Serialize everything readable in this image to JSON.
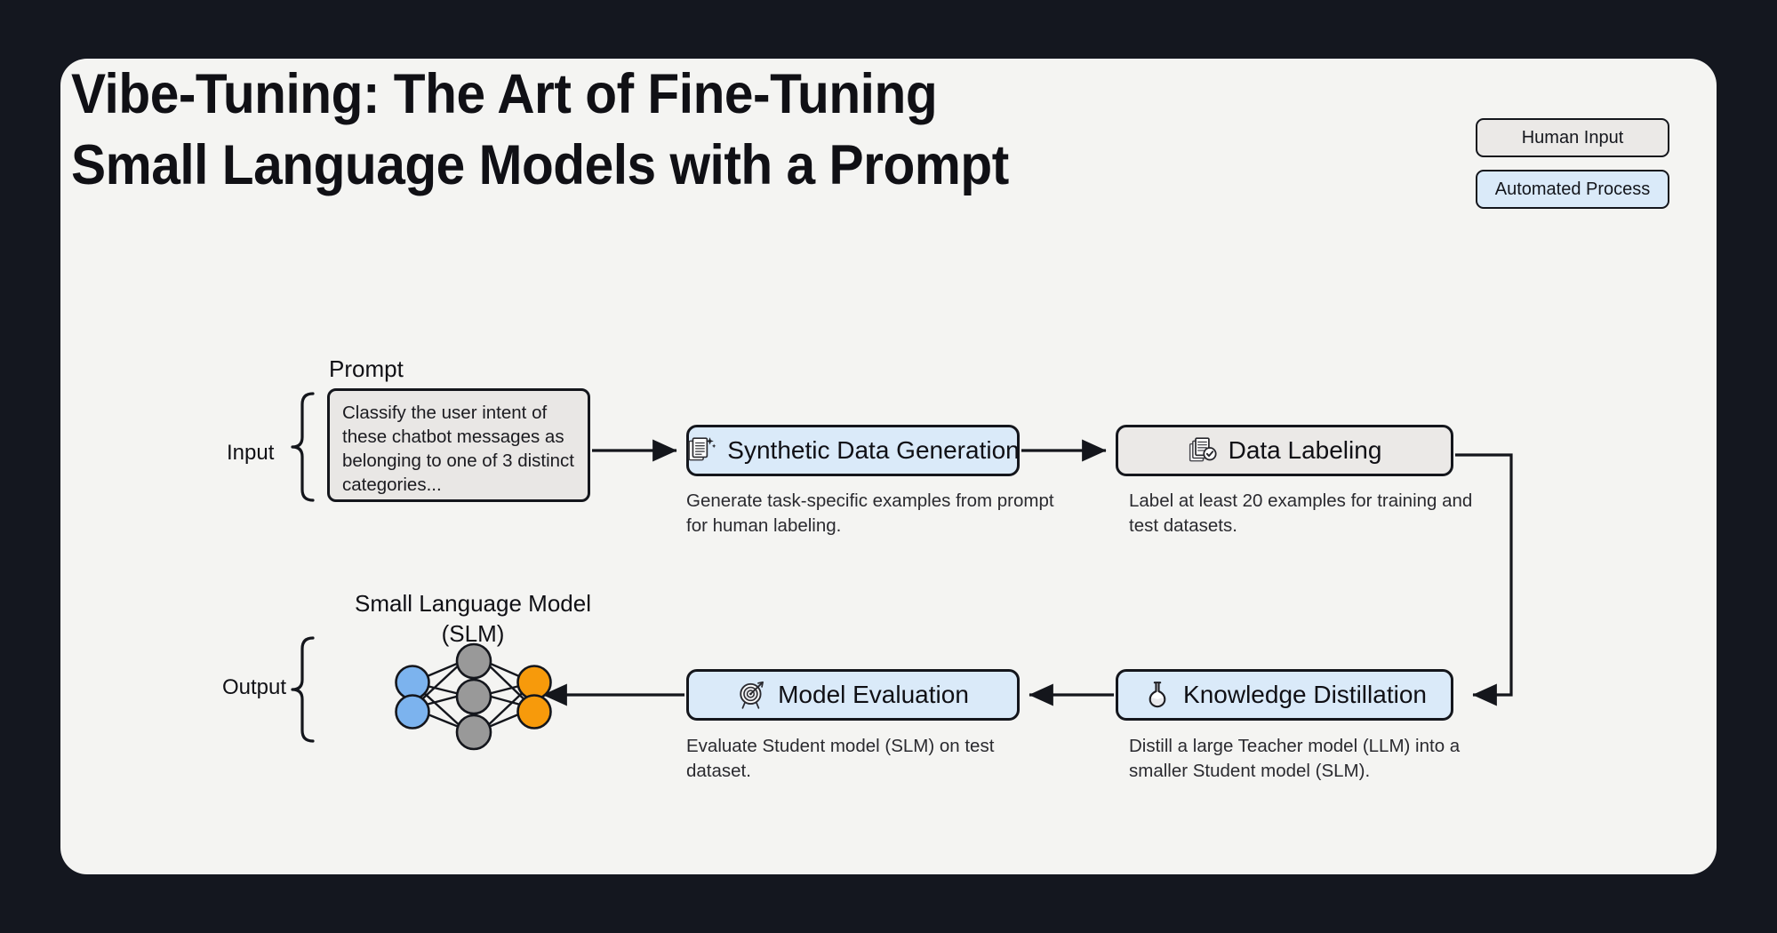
{
  "page": {
    "background": "#14171f",
    "card_background": "#f4f4f2"
  },
  "title": {
    "line1": "Vibe-Tuning: The Art of Fine-Tuning",
    "line2": "Small Language Models with a Prompt"
  },
  "legend": {
    "items": [
      {
        "label": "Human Input",
        "color": "#ebe9e7",
        "kind": "human"
      },
      {
        "label": "Automated Process",
        "color": "#daeaf9",
        "kind": "automated"
      }
    ]
  },
  "input_section": {
    "brace_label": "Input",
    "prompt_label": "Prompt",
    "prompt_text": "Classify the user intent of these chatbot messages as belonging to one of 3 distinct categories..."
  },
  "output_section": {
    "brace_label": "Output",
    "model_label_line1": "Small Language Model",
    "model_label_line2": "(SLM)",
    "network": {
      "input_nodes": 2,
      "hidden_nodes": 3,
      "output_nodes": 2,
      "input_color": "#7cb3ee",
      "hidden_color": "#999999",
      "output_color": "#f79a0b"
    }
  },
  "flow": {
    "nodes": [
      {
        "id": "synthetic-data-generation",
        "label": "Synthetic Data Generation",
        "icon": "document-sparkle-icon",
        "kind": "automated",
        "color": "#daeaf9",
        "caption": "Generate task-specific examples from prompt for human labeling."
      },
      {
        "id": "data-labeling",
        "label": "Data Labeling",
        "icon": "documents-check-icon",
        "kind": "human",
        "color": "#ebe9e7",
        "caption": "Label at least 20 examples for training and test datasets."
      },
      {
        "id": "knowledge-distillation",
        "label": "Knowledge Distillation",
        "icon": "flask-icon",
        "kind": "automated",
        "color": "#daeaf9",
        "caption": "Distill a large Teacher model (LLM) into a smaller Student model (SLM)."
      },
      {
        "id": "model-evaluation",
        "label": "Model Evaluation",
        "icon": "target-icon",
        "kind": "automated",
        "color": "#daeaf9",
        "caption": "Evaluate Student model (SLM) on test dataset."
      }
    ]
  }
}
